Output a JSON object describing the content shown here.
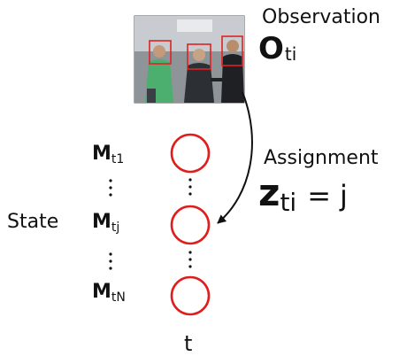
{
  "observation": {
    "caption": "Observation",
    "symbol": "O",
    "subscript": "ti"
  },
  "assignment": {
    "caption": "Assignment",
    "variable": "z",
    "subscript": "ti",
    "equals": "=",
    "value": "j"
  },
  "state": {
    "label": "State",
    "states": [
      {
        "symbol": "M",
        "subscript": "t1"
      },
      {
        "symbol": "M",
        "subscript": "tj"
      },
      {
        "symbol": "M",
        "subscript": "tN"
      }
    ]
  },
  "time": {
    "label": "t"
  },
  "colors": {
    "node_stroke": "#e01d1d",
    "detection_box": "#e02222",
    "text": "#111111"
  }
}
